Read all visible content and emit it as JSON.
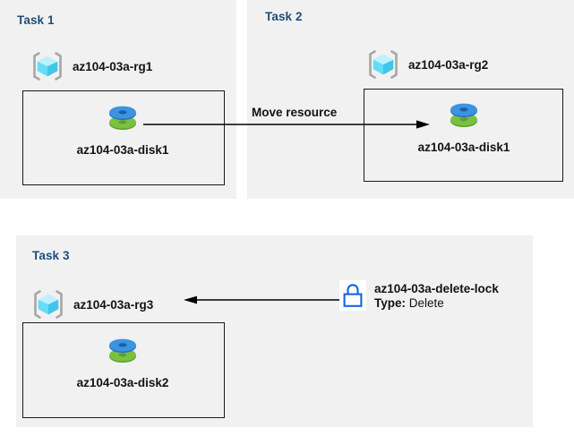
{
  "diagram": {
    "title": "Azure resource groups, move resource, and delete lock diagram",
    "background_color": "#ffffff",
    "panel_color": "#f1f1f1",
    "title_color": "#1f4e79",
    "text_color": "#17120f",
    "lock_color": "#1565e0"
  },
  "panels": [
    {
      "key": "task1",
      "title": "Task 1",
      "resource_group": {
        "icon": "resource-group-cube-icon",
        "label": "az104-03a-rg1"
      },
      "resource": {
        "icon": "managed-disk-icon",
        "label": "az104-03a-disk1"
      }
    },
    {
      "key": "task2",
      "title": "Task 2",
      "resource_group": {
        "icon": "resource-group-cube-icon",
        "label": "az104-03a-rg2"
      },
      "resource": {
        "icon": "managed-disk-icon",
        "label": "az104-03a-disk1"
      }
    },
    {
      "key": "task3",
      "title": "Task 3",
      "resource_group": {
        "icon": "resource-group-cube-icon",
        "label": "az104-03a-rg3"
      },
      "resource": {
        "icon": "managed-disk-icon",
        "label": "az104-03a-disk2"
      }
    }
  ],
  "connectors": {
    "move": {
      "caption": "Move resource",
      "direction": "right",
      "from": "task1-disk",
      "to": "task2-disk"
    },
    "lock": {
      "direction": "left",
      "from": "delete-lock",
      "to": "task3-resource-group"
    }
  },
  "lock": {
    "icon": "padlock-icon",
    "name": "az104-03a-delete-lock",
    "type_key": "Type:",
    "type_value": "Delete"
  }
}
